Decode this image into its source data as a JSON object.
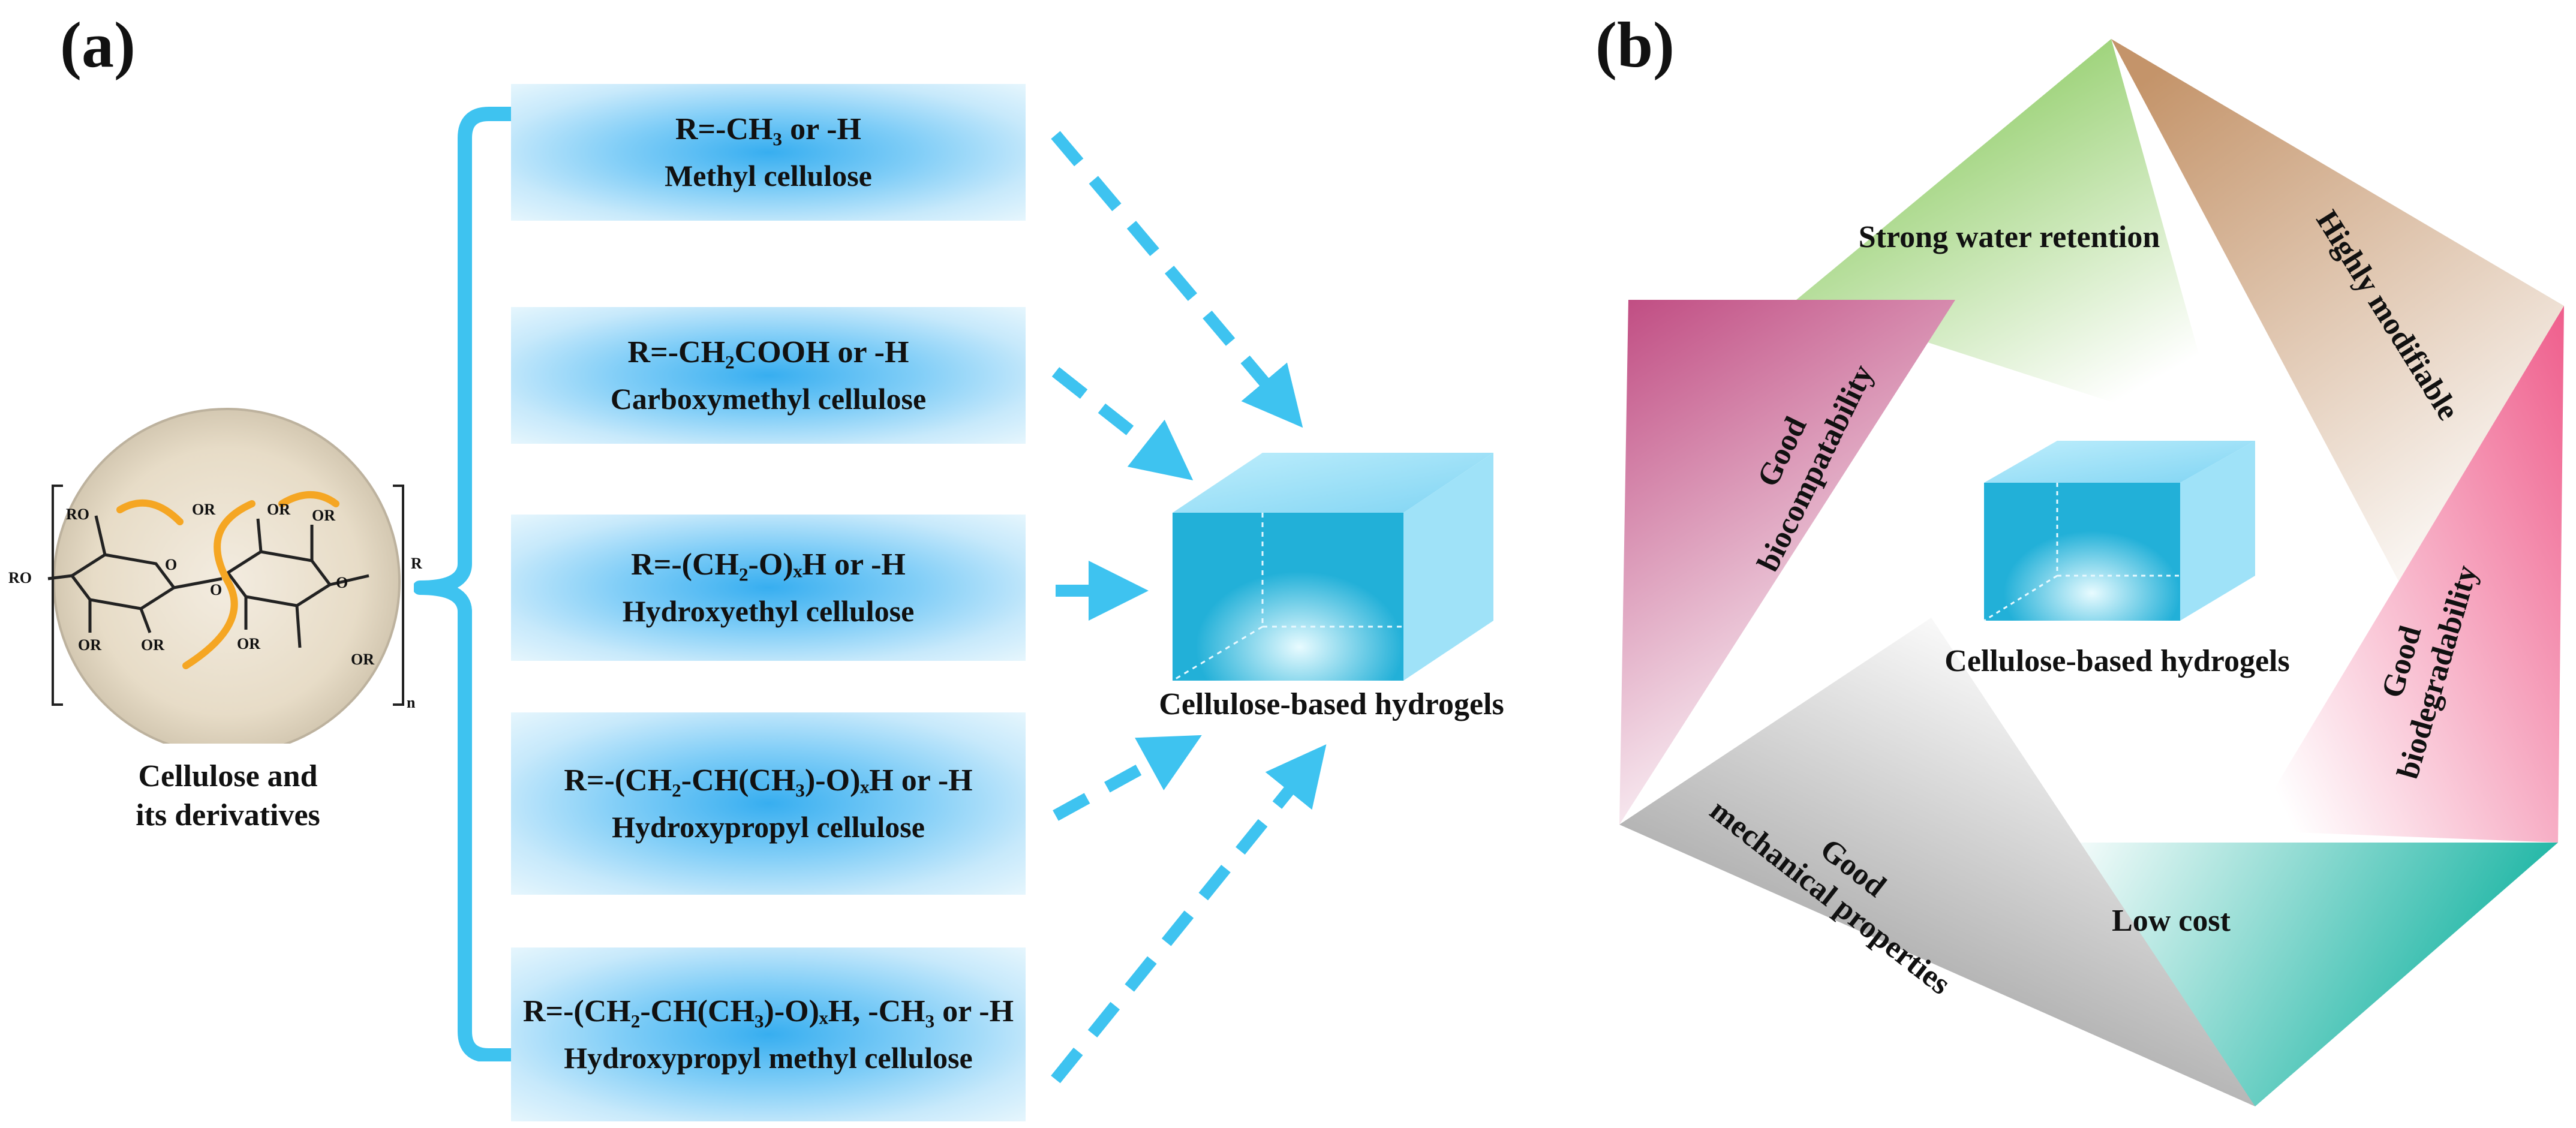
{
  "panel_a": {
    "label": "(a)",
    "source_caption_line1": "Cellulose and",
    "source_caption_line2": "its derivatives",
    "structure_labels": {
      "ro_left": "RO",
      "or": "OR",
      "ro_top": "RO",
      "o": "O",
      "r": "R",
      "n": "n"
    },
    "derivatives": [
      {
        "formula": "R=-CH₃ or -H",
        "name": "Methyl cellulose"
      },
      {
        "formula": "R=-CH₂COOH or -H",
        "name": "Carboxymethyl cellulose"
      },
      {
        "formula": "R=-(CH₂-O)ₓH or -H",
        "name": "Hydroxyethyl cellulose"
      },
      {
        "formula": "R=-(CH₂-CH(CH₃)-O)ₓH or -H",
        "name": "Hydroxypropyl cellulose"
      },
      {
        "formula": "R=-(CH₂-CH(CH₃)-O)ₓH, -CH₃ or -H",
        "name": "Hydroxypropyl methyl cellulose"
      }
    ],
    "product_caption": "Cellulose-based hydrogels"
  },
  "panel_b": {
    "label": "(b)",
    "center_caption": "Cellulose-based hydrogels",
    "properties": {
      "top": "Strong water retention",
      "top_right": "Highly modifiable",
      "right": [
        "Good",
        "biodegradability"
      ],
      "bottom_right": "Low cost",
      "bottom_left": [
        "Good",
        "mechanical properties"
      ],
      "left": [
        "Good",
        "biocompatability"
      ]
    }
  },
  "colors": {
    "accent_blue": "#3ec3f0",
    "cube_front": "#22b0d8",
    "cube_side": "#8fdcf6",
    "green": "#7fc34a",
    "tan": "#c49a72",
    "pink": "#ef6e96",
    "magenta": "#c8558a",
    "teal": "#1db8a6",
    "gray": "#8c8c8c"
  }
}
